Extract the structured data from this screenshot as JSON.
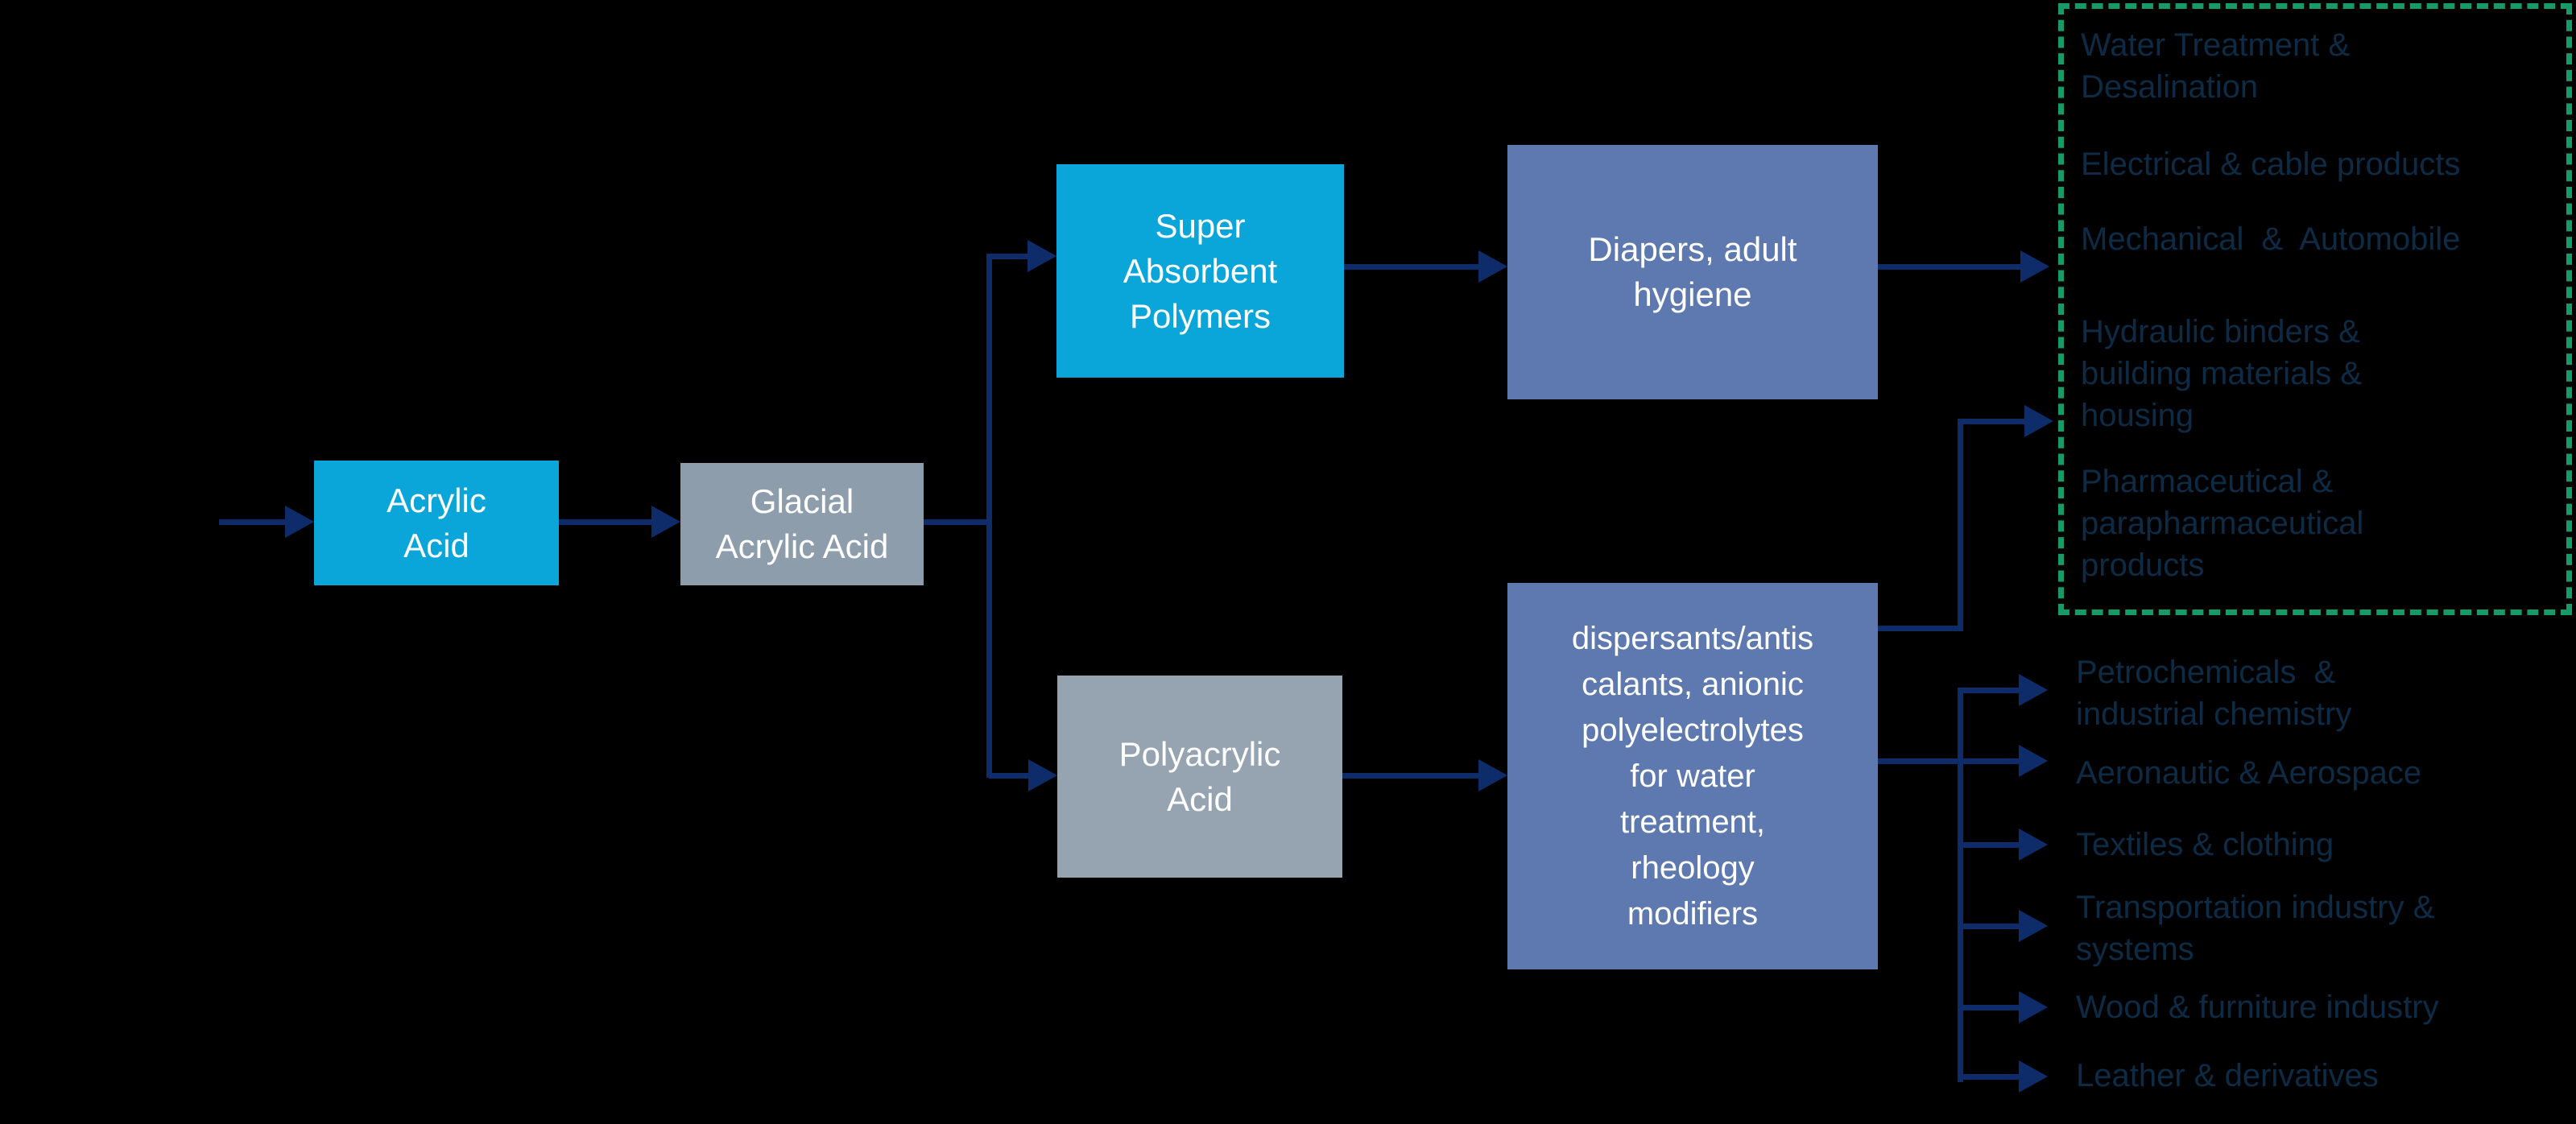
{
  "colors": {
    "bg": "#000000",
    "cyan": "#0aa6d9",
    "gray1": "#8e9dab",
    "gray2": "#96a3b0",
    "slate": "#5d79af",
    "navy": "#0e2c6a",
    "green": "#169a67",
    "listtext": "#0d2b45",
    "boxtext": "#ffffff"
  },
  "flow": {
    "boxes": {
      "acrylic": {
        "label": "Acrylic\nAcid"
      },
      "glacial": {
        "label": "Glacial\nAcrylic Acid"
      },
      "sap": {
        "label": "Super\nAbsorbent\nPolymers"
      },
      "diapers": {
        "label": "Diapers, adult\nhygiene"
      },
      "polyacrylic": {
        "label": "Polyacrylic\nAcid"
      },
      "dispersants": {
        "label": "dispersants/antis\ncalants, anionic\npolyelectrolytes\nfor water\ntreatment,\nrheology\nmodifiers"
      }
    }
  },
  "green_panel": {
    "items": [
      {
        "text": "Water Treatment &\nDesalination"
      },
      {
        "text": "Electrical & cable products"
      },
      {
        "text": "Mechanical  &  Automobile"
      },
      {
        "text": "Hydraulic binders &\nbuilding materials &\nhousing"
      },
      {
        "text": "Pharmaceutical &\nparapharmaceutical\nproducts"
      }
    ]
  },
  "industries": {
    "items": [
      {
        "text": "Petrochemicals  &\nindustrial chemistry"
      },
      {
        "text": "Aeronautic & Aerospace"
      },
      {
        "text": "Textiles & clothing"
      },
      {
        "text": "Transportation industry &\nsystems"
      },
      {
        "text": "Wood & furniture industry"
      },
      {
        "text": "Leather & derivatives"
      }
    ]
  }
}
